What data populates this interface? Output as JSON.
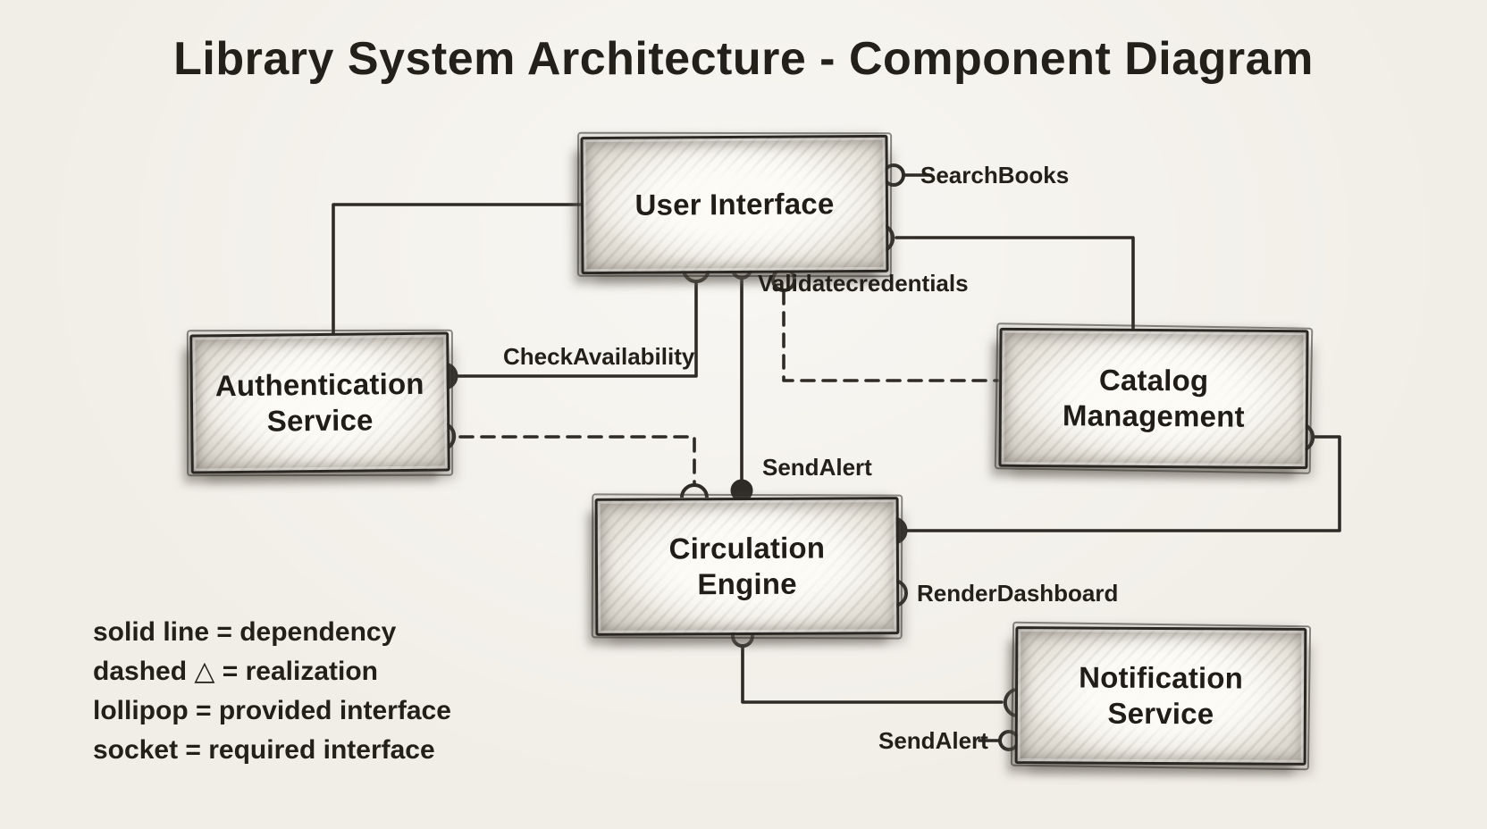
{
  "title": "Library System Architecture - Component Diagram",
  "colors": {
    "paper": "#f1eee7",
    "ink": "#2e2b27",
    "text": "#1d1b18",
    "shade": "#9b968c"
  },
  "components": {
    "user_interface": {
      "label": "User Interface"
    },
    "authentication_service": {
      "label": "Authentication Service"
    },
    "catalog_management": {
      "label": "Catalog Management"
    },
    "circulation_engine": {
      "label": "Circulation Engine"
    },
    "notification_service": {
      "label": "Notification Service"
    }
  },
  "interfaces": {
    "search_books": {
      "label": "SearchBooks"
    },
    "validate_credentials": {
      "label": "Validatecredentials"
    },
    "check_availability": {
      "label": "CheckAvailability"
    },
    "send_alert_circulation": {
      "label": "SendAlert"
    },
    "render_dashboard": {
      "label": "RenderDashboard"
    },
    "send_alert_notification": {
      "label": "SendAlert"
    }
  },
  "legend": {
    "lines": [
      "solid line = dependency",
      "dashed △ = realization",
      "lollipop = provided interface",
      "socket = required interface"
    ]
  }
}
